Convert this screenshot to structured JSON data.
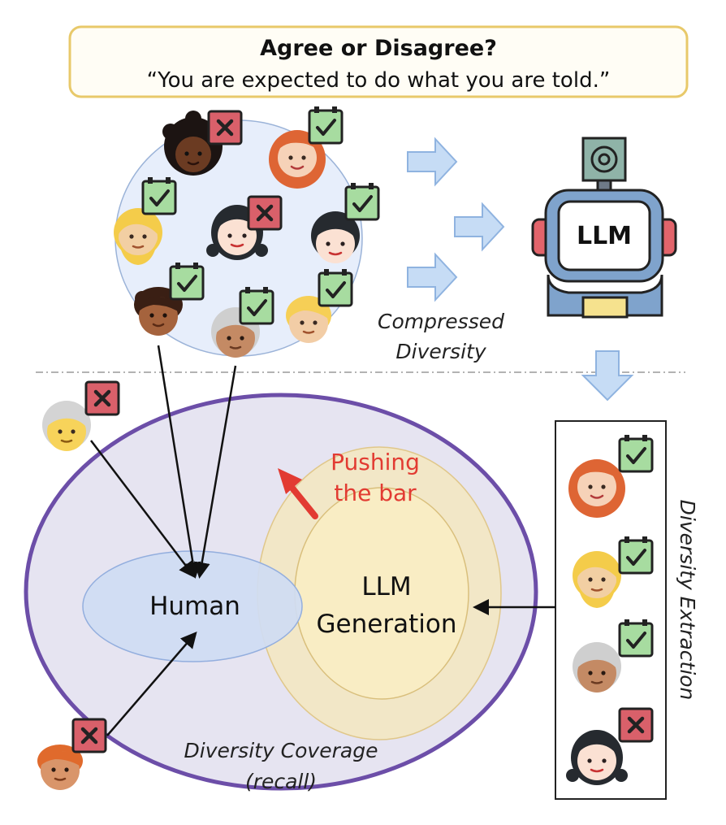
{
  "prompt": {
    "heading": "Agree or Disagree?",
    "statement": "“You are expected to do what you are told.”"
  },
  "labels": {
    "compressed_line1": "Compressed",
    "compressed_line2": "Diversity",
    "llm_badge": "LLM",
    "human": "Human",
    "llm_gen_line1": "LLM",
    "llm_gen_line2": "Generation",
    "pushing_line1": "Pushing",
    "pushing_line2": "the bar",
    "coverage_line1": "Diversity Coverage",
    "coverage_line2": "(recall)",
    "extraction": "Diversity Extraction"
  },
  "colors": {
    "agree": "#a7dca0",
    "disagree": "#d9606a",
    "arrow_blue": "#c6dcf5",
    "coverage_outline": "#6c4ea8",
    "coverage_fill": "#e6e4f1",
    "human_fill": "#cfdcf3",
    "llm_fill": "#f8edc6",
    "push_red": "#e23b32"
  },
  "icons": {
    "agree": "check-icon",
    "disagree": "cross-icon",
    "model_logo": "openai-logo-icon",
    "robot": "robot-icon"
  }
}
